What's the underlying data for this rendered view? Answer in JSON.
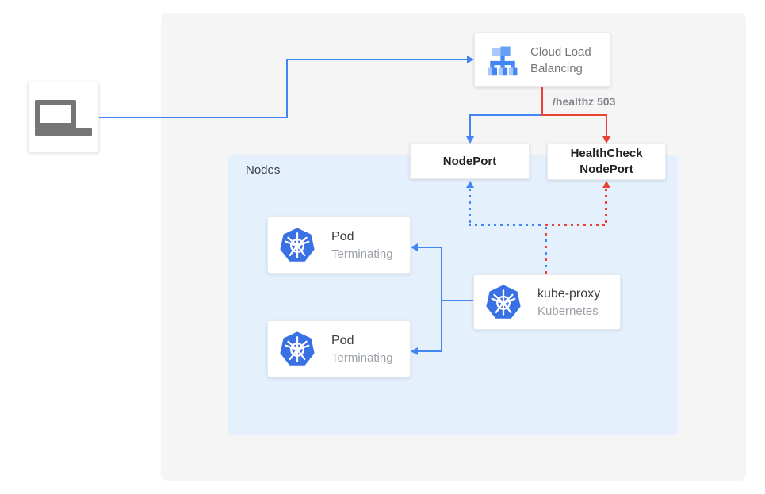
{
  "nodes_group": {
    "label": "Nodes"
  },
  "load_balancer": {
    "label": "Cloud Load Balancing"
  },
  "health_check_label": "/healthz 503",
  "node_port": {
    "label": "NodePort"
  },
  "health_check_node_port": {
    "label": "HealthCheck NodePort"
  },
  "pods": [
    {
      "title": "Pod",
      "subtitle": "Terminating"
    },
    {
      "title": "Pod",
      "subtitle": "Terminating"
    }
  ],
  "kube_proxy": {
    "title": "kube-proxy",
    "subtitle": "Kubernetes"
  },
  "colors": {
    "flow_blue": "#4285F4",
    "flow_red": "#EA4335",
    "outer_panel_bg": "#F5F5F5",
    "nodes_panel_bg": "#E4F0FC",
    "kubernetes_blue": "#3970E4",
    "icon_gray": "#757575",
    "text_dark": "#202124",
    "text_gray": "#9AA0A6",
    "label_gray": "#80868B"
  }
}
